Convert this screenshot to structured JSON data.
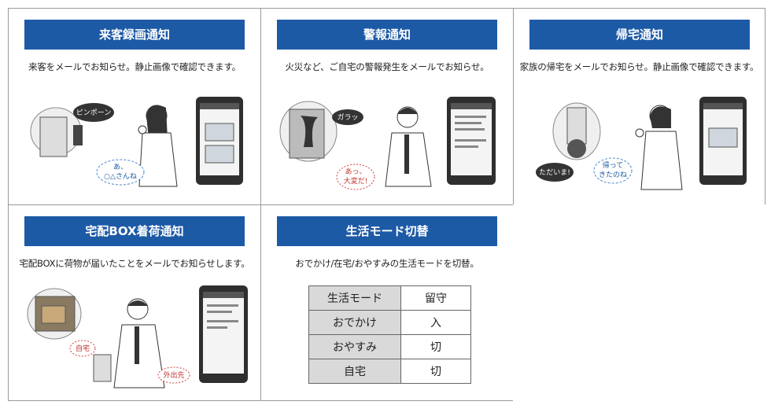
{
  "cells": [
    {
      "title": "来客録画通知",
      "desc": "来客をメールでお知らせ。静止画像で確認できます。",
      "bubbles": [
        "ピンポーン",
        "あ、",
        "○△さんね"
      ]
    },
    {
      "title": "警報通知",
      "desc": "火災など、ご自宅の警報発生をメールでお知らせ。",
      "bubbles": [
        "ガラッ",
        "あっ、",
        "大変だ!"
      ]
    },
    {
      "title": "帰宅通知",
      "desc": "家族の帰宅をメールでお知らせ。静止画像で確認できます。",
      "bubbles": [
        "ただいま!",
        "帰って",
        "きたのね"
      ]
    },
    {
      "title": "宅配BOX着荷通知",
      "desc": "宅配BOXに荷物が届いたことをメールでお知らせします。",
      "bubbles": [
        "自宅",
        "外出先"
      ]
    },
    {
      "title": "生活モード切替",
      "desc": "おでかけ/在宅/おやすみの生活モードを切替。",
      "table": [
        [
          "生活モード",
          "留守"
        ],
        [
          "おでかけ",
          "入"
        ],
        [
          "おやすみ",
          "切"
        ],
        [
          "自宅",
          "切"
        ]
      ]
    }
  ],
  "colors": {
    "title_bg": "#1d5aa6",
    "title_text": "#ffffff",
    "header_cell": "#d9d9d9"
  }
}
